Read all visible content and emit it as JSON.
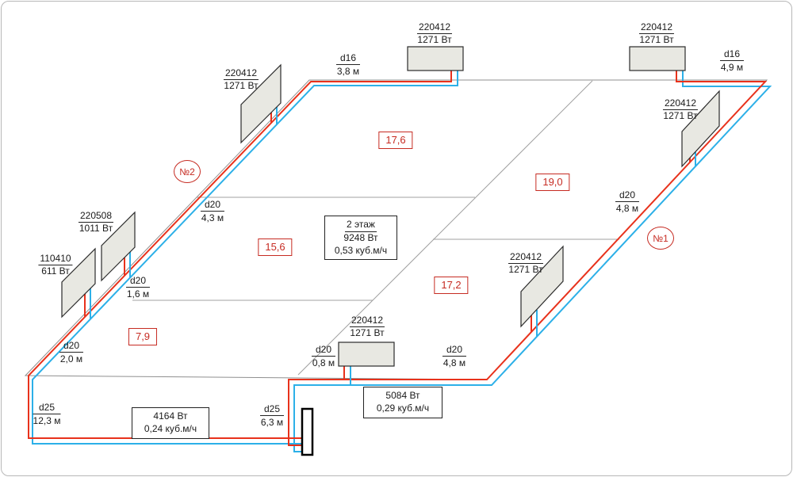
{
  "colors": {
    "supply": "#e8321c",
    "return": "#2cb0e8",
    "annotation": "#c62b22"
  },
  "floor_info": {
    "name": "2 этаж",
    "power": "9248 Вт",
    "flow": "0,53 куб.м/ч"
  },
  "branch_info": [
    {
      "power": "4164 Вт",
      "flow": "0,24 куб.м/ч"
    },
    {
      "power": "5084 Вт",
      "flow": "0,29 куб.м/ч"
    }
  ],
  "markers": [
    {
      "label": "№2"
    },
    {
      "label": "№1"
    }
  ],
  "rooms": [
    {
      "area": "17,6"
    },
    {
      "area": "19,0"
    },
    {
      "area": "15,6"
    },
    {
      "area": "17,2"
    },
    {
      "area": "7,9"
    }
  ],
  "radiators": [
    {
      "model": "220412",
      "power": "1271 Вт"
    },
    {
      "model": "220412",
      "power": "1271 Вт"
    },
    {
      "model": "220412",
      "power": "1271 Вт"
    },
    {
      "model": "220412",
      "power": "1271 Вт"
    },
    {
      "model": "220508",
      "power": "1011 Вт"
    },
    {
      "model": "110410",
      "power": "611 Вт"
    },
    {
      "model": "220412",
      "power": "1271 Вт"
    },
    {
      "model": "220412",
      "power": "1271 Вт"
    }
  ],
  "pipes": [
    {
      "diameter": "d16",
      "length": "3,8 м"
    },
    {
      "diameter": "d16",
      "length": "4,9 м"
    },
    {
      "diameter": "d20",
      "length": "4,3 м"
    },
    {
      "diameter": "d20",
      "length": "4,8 м"
    },
    {
      "diameter": "d20",
      "length": "1,6 м"
    },
    {
      "diameter": "d20",
      "length": "2,0 м"
    },
    {
      "diameter": "d20",
      "length": "0,8 м"
    },
    {
      "diameter": "d20",
      "length": "4,8 м"
    },
    {
      "diameter": "d25",
      "length": "12,3 м"
    },
    {
      "diameter": "d25",
      "length": "6,3 м"
    }
  ]
}
